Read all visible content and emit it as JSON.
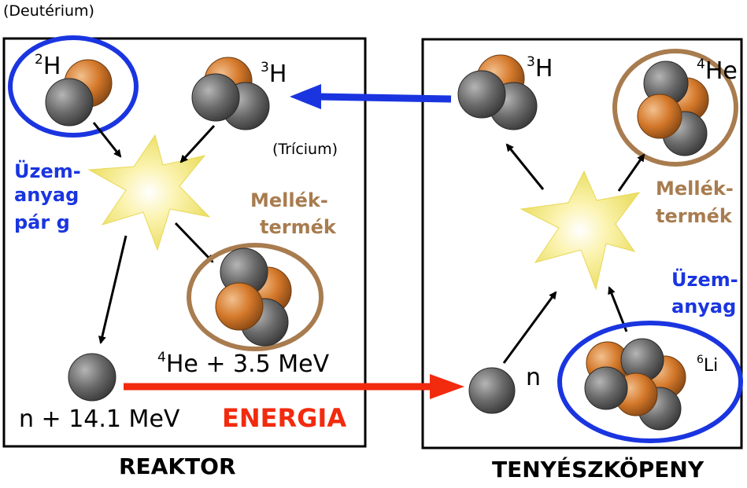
{
  "top_label": "(Deutérium)",
  "reactor": {
    "caption": "REAKTOR",
    "deuterium_mass": "2",
    "deuterium_symbol": "H",
    "tritium_mass": "3",
    "tritium_symbol": "H",
    "tritium_name": "(Trícium)",
    "fuel_line1": "Üzem-",
    "fuel_line2": "anyag",
    "fuel_line3": "pár g",
    "byproduct_line1": "Mellék-",
    "byproduct_line2": "termék",
    "helium_mass": "4",
    "helium_energy": "He + 3.5 MeV",
    "neutron_energy": "n + 14.1 MeV",
    "energy_label": "ENERGIA"
  },
  "blanket": {
    "caption": "TENYÉSZKÖPENY",
    "tritium_mass": "3",
    "tritium_symbol": "H",
    "helium_mass": "4",
    "helium_symbol": "He",
    "byproduct_line1": "Mellék-",
    "byproduct_line2": "termék",
    "fuel_line1": "Üzem-",
    "fuel_line2": "anyag",
    "neutron_symbol": "n",
    "lithium_mass": "6",
    "lithium_symbol": "Li"
  },
  "colors": {
    "fuel_blue": "#1a35e0",
    "byproduct_brown": "#a87c4f",
    "energy_red": "#f22a0e",
    "neutron_gray": "#5c5c5c",
    "proton_orange": "#d4782a",
    "flash_yellow": "#f7ec8e"
  }
}
